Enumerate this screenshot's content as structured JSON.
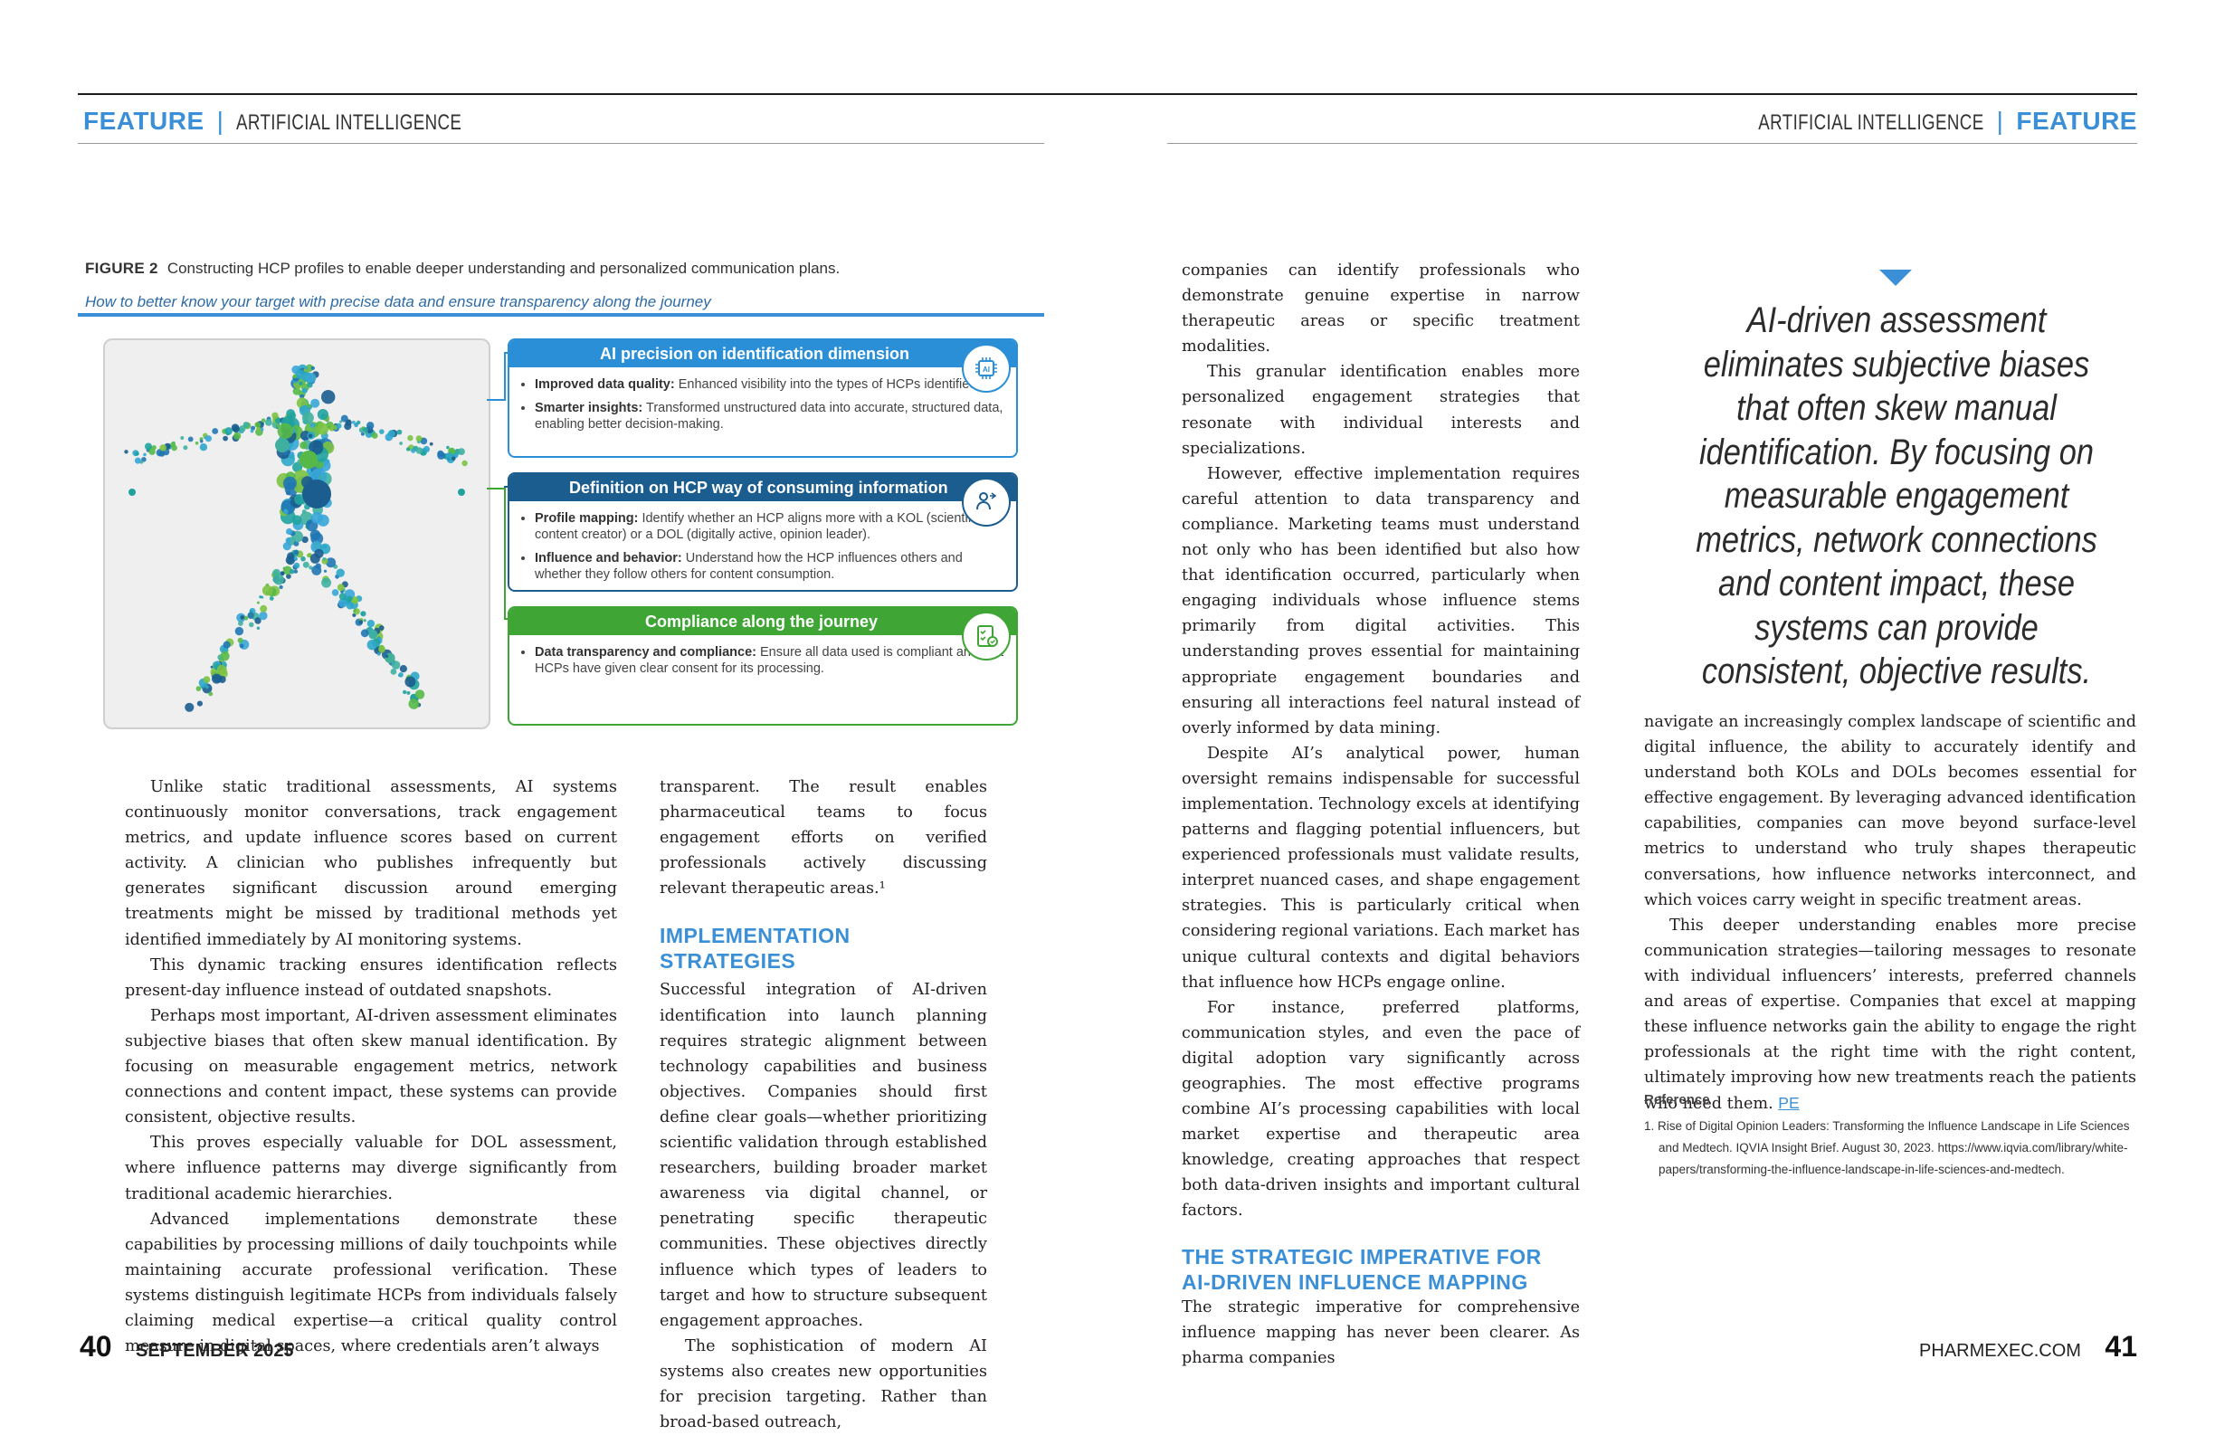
{
  "header_left": {
    "feature": "FEATURE",
    "section": "ARTIFICIAL INTELLIGENCE"
  },
  "header_right": {
    "section": "ARTIFICIAL INTELLIGENCE",
    "feature": "FEATURE"
  },
  "figure": {
    "label": "FIGURE 2",
    "caption": "Constructing HCP profiles to enable deeper understanding and personalized communication plans.",
    "subtitle": "How to better know your target with precise data and ensure transparency along the journey",
    "cards": [
      {
        "title": "AI precision on identification dimension",
        "color": "#2a8fd6",
        "icon": "ai-chip-icon",
        "items": [
          {
            "term": "Improved data quality:",
            "text": "Enhanced visibility into the types of HCPs identified."
          },
          {
            "term": "Smarter insights:",
            "text": "Transformed unstructured data into accurate, structured data, enabling better decision-making."
          }
        ]
      },
      {
        "title": "Definition on HCP way of consuming information",
        "color": "#1b5d8f",
        "icon": "profile-hand-icon",
        "items": [
          {
            "term": "Profile mapping:",
            "text": "Identify whether an HCP aligns more with a KOL (scientific, content creator) or a DOL (digitally active, opinion leader)."
          },
          {
            "term": "Influence and behavior:",
            "text": "Understand how the HCP influences others and whether they follow others for content consumption."
          }
        ]
      },
      {
        "title": "Compliance along the journey",
        "color": "#3fa535",
        "icon": "compliance-checklist-icon",
        "items": [
          {
            "term": "Data transparency and compliance:",
            "text": "Ensure all data used is compliant and that HCPs have given clear consent for its processing."
          }
        ]
      }
    ]
  },
  "col1": [
    "Unlike static traditional assessments, AI systems continuously monitor conversations, track engagement metrics, and update influence scores based on current activity. A clinician who publishes infrequently but generates significant discussion around emerging treatments might be missed by traditional methods yet identified immediately by AI monitoring systems.",
    "This dynamic tracking ensures identification reflects present-day influence instead of outdated snapshots.",
    "Perhaps most important, AI-driven assessment eliminates subjective biases that often skew manual identification. By focusing on measurable engagement metrics, network connections and content impact, these systems can provide consistent, objective results.",
    "This proves especially valuable for DOL assessment, where influence patterns may diverge significantly from traditional academic hierarchies.",
    "Advanced implementations demonstrate these capabilities by processing millions of daily touchpoints while maintaining accurate professional verification. These systems distinguish legitimate HCPs from individuals falsely claiming medical expertise—a critical quality control measure in digital spaces, where credentials aren’t always"
  ],
  "col2": {
    "p1": "transparent. The result enables pharmaceutical teams to focus engagement efforts on verified professionals actively discussing relevant therapeutic areas.¹",
    "heading": "IMPLEMENTATION STRATEGIES",
    "p2": "Successful integration of AI-driven identification into launch planning requires strategic alignment between technology capabilities and business objectives. Companies should first define clear goals—whether prioritizing scientific validation through established researchers, building broader market awareness via digital channel, or penetrating specific therapeutic communities. These objectives directly influence which types of leaders to target and how to structure subsequent engagement approaches.",
    "p3": "The sophistication of modern AI systems also creates new opportunities for precision targeting. Rather than broad-based outreach,"
  },
  "col3": {
    "paras": [
      "companies can identify professionals who demonstrate genuine expertise in narrow therapeutic areas or specific treatment modalities.",
      "This granular identification enables more personalized engagement strategies that resonate with individual interests and specializations.",
      "However, effective implementation requires careful attention to data transparency and compliance. Marketing teams must understand not only who has been identified but also how that identification occurred, particularly when engaging individuals whose influence stems primarily from digital activities. This understanding proves essential for maintaining appropriate engagement boundaries and ensuring all interactions feel natural instead of overly informed by data mining.",
      "Despite AI’s analytical power, human oversight remains indispensable for successful implementation. Technology excels at identifying patterns and flagging potential influencers, but experienced professionals must validate results, interpret nuanced cases, and shape engagement strategies. This is particularly critical when considering regional variations. Each market has unique cultural contexts and digital behaviors that influence how HCPs engage online.",
      "For instance, preferred platforms, communication styles, and even the pace of digital adoption vary significantly across geographies. The most effective programs combine AI’s processing capabilities with local market expertise and therapeutic area knowledge, creating approaches that respect both data-driven insights and important cultural factors."
    ],
    "heading_line1": "THE STRATEGIC IMPERATIVE FOR",
    "heading_line2": "AI-DRIVEN INFLUENCE MAPPING",
    "p_end": "The strategic imperative for comprehensive influence mapping has never been clearer. As pharma companies"
  },
  "pullquote": "AI-driven assessment eliminates subjective biases that often skew manual identification. By focusing on measurable engagement metrics, network connections and content impact, these systems can provide consistent, objective results.",
  "col4": {
    "p1": "navigate an increasingly complex landscape of scientific and digital influence, the ability to accurately identify and understand both KOLs and DOLs becomes essential for effective engagement. By leveraging advanced identification capabilities, companies can move beyond surface-level metrics to understand who truly shapes therapeutic conversations, how influence networks interconnect, and which voices carry weight in specific treatment areas.",
    "p2": "This deeper understanding enables more precise communication strategies—tailoring messages to resonate with individual influencers’ interests, preferred channels and areas of expertise. Companies that excel at mapping these influence networks gain the ability to engage the right professionals at the right time with the right content, ultimately improving how new treatments reach the patients who need them.",
    "end_mark": "PE"
  },
  "reference": {
    "title": "Reference",
    "item": "1. Rise of Digital Opinion Leaders: Transforming the Influence Landscape in Life Sciences and Medtech. IQVIA Insight Brief. August 30, 2023. https://www.iqvia.com/library/white-papers/transforming-the-influence-landscape-in-life-sciences-and-medtech."
  },
  "footer": {
    "left_page": "40",
    "month": "SEPTEMBER 2025",
    "site": "PHARMEXEC.COM",
    "right_page": "41"
  },
  "colors": {
    "accent": "#3b8fd6",
    "green": "#3fa535",
    "navy": "#1b5d8f"
  }
}
